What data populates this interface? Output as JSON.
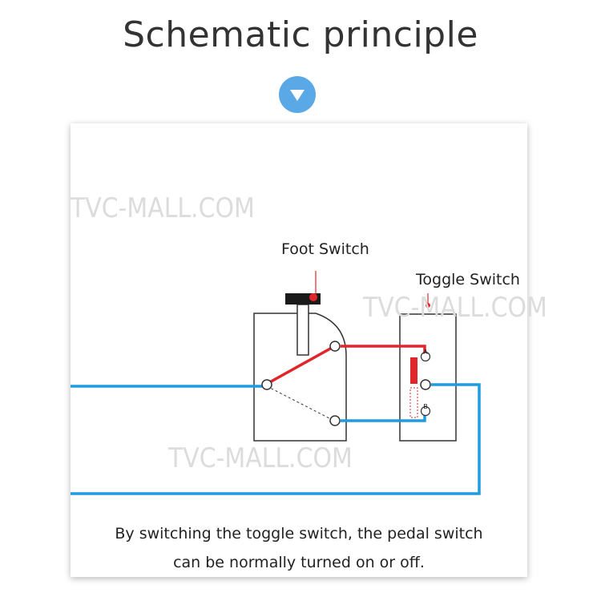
{
  "header": {
    "title": "Schematic principle",
    "arrow_icon": "chevron-down-icon",
    "accent_color": "#5aa9e6"
  },
  "diagram": {
    "watermark": "TVC-MALL.COM",
    "foot_switch_label": "Foot Switch",
    "toggle_switch_label": "Toggle Switch",
    "terminal_a": "A",
    "terminal_b": "B",
    "colors": {
      "blue_wire": "#1f9be0",
      "red_wire": "#e0252b",
      "body_outline": "#333333"
    }
  },
  "caption": {
    "line1": "By switching the toggle switch, the pedal switch",
    "line2": "can be normally turned on or off."
  }
}
